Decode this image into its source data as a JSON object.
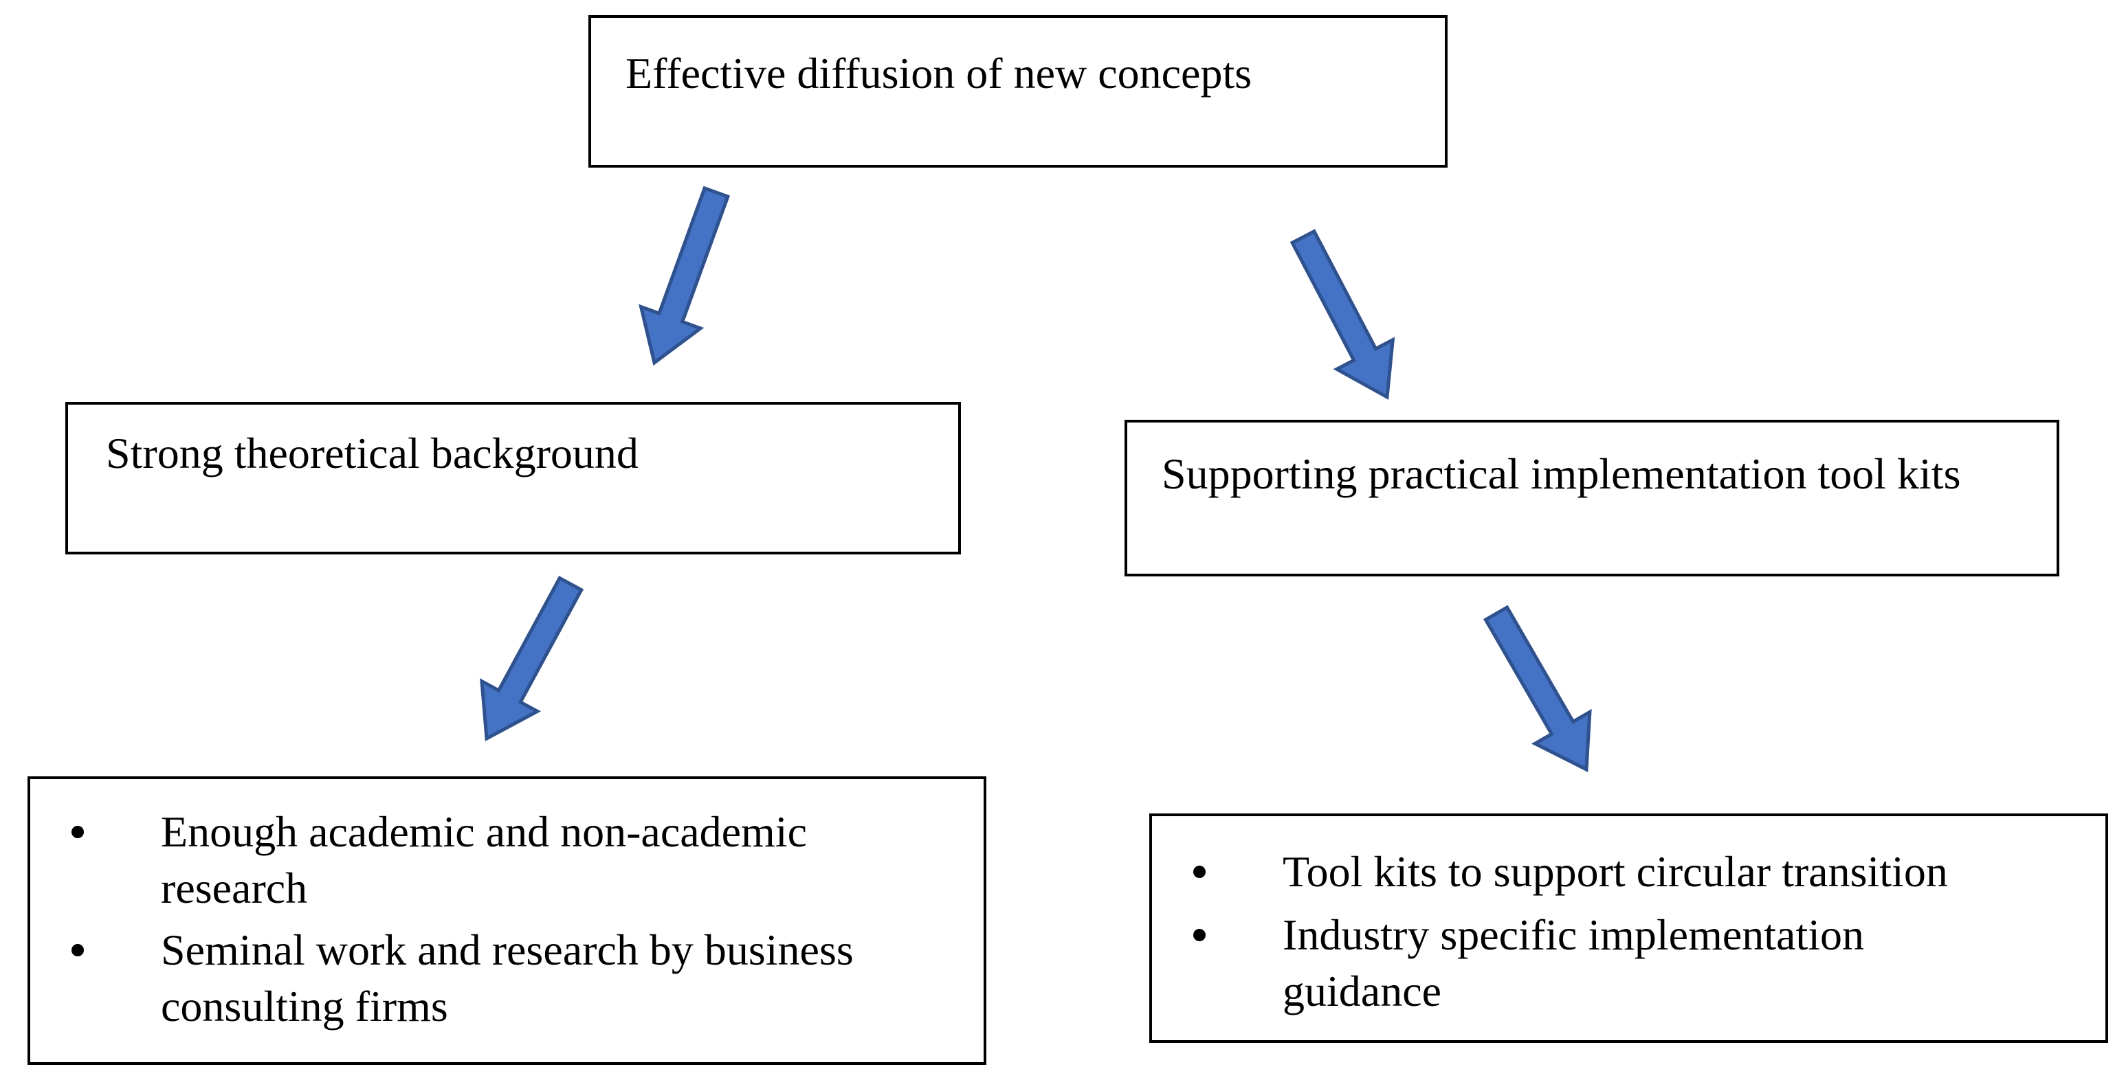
{
  "nodes": {
    "top": {
      "title": "Effective diffusion of new concepts"
    },
    "left_mid": {
      "title": "Strong theoretical background"
    },
    "right_mid": {
      "title": "Supporting practical implementation tool kits"
    },
    "left_bottom": {
      "items": [
        "Enough academic and non-academic research",
        "Seminal work and research by business consulting firms"
      ]
    },
    "right_bottom": {
      "items": [
        "Tool kits to support circular transition",
        "Industry specific implementation guidance"
      ]
    }
  },
  "edges": [
    {
      "from": "top",
      "to": "left_mid"
    },
    {
      "from": "top",
      "to": "right_mid"
    },
    {
      "from": "left_mid",
      "to": "left_bottom"
    },
    {
      "from": "right_mid",
      "to": "right_bottom"
    }
  ],
  "colors": {
    "arrow_fill": "#4472C4",
    "arrow_stroke": "#2F528F",
    "box_border": "#000000",
    "text": "#000000"
  }
}
